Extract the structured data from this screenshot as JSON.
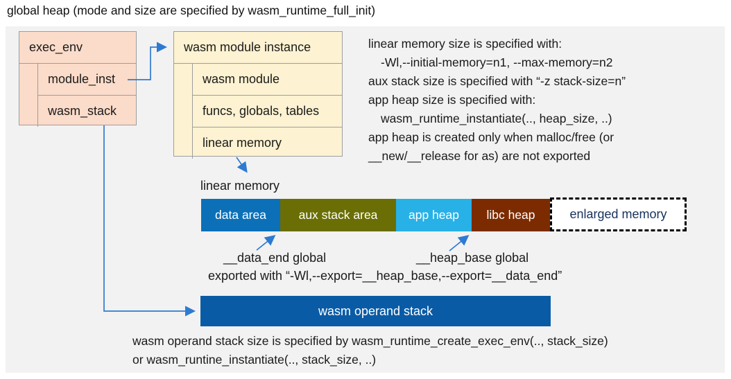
{
  "title": "global heap (mode and size are specified by wasm_runtime_full_init)",
  "exec_env": {
    "header": "exec_env",
    "rows": [
      "module_inst",
      "wasm_stack"
    ]
  },
  "module_instance": {
    "header": "wasm module instance",
    "rows": [
      "wasm module",
      "funcs, globals, tables",
      "linear memory"
    ]
  },
  "notes": {
    "lines": [
      "linear memory size is specified with:",
      "-Wl,--initial-memory=n1, --max-memory=n2",
      "aux stack size is specified with “-z stack-size=n”",
      "app heap size is specified with:",
      "wasm_runtime_instantiate(.., heap_size, ..)",
      "app heap is created only when malloc/free (or",
      "__new/__release for as) are not exported"
    ]
  },
  "linear_memory": {
    "label": "linear memory",
    "segments": [
      {
        "label": "data area",
        "color": "#0b70b8"
      },
      {
        "label": "aux stack area",
        "color": "#6a6e04"
      },
      {
        "label": "app heap",
        "color": "#27b1e6"
      },
      {
        "label": "libc heap",
        "color": "#7c2b00"
      },
      {
        "label": "enlarged memory",
        "color": "#ffffff",
        "text_color": "#16325c"
      }
    ],
    "annotations": {
      "data_end": "__data_end global",
      "heap_base": "__heap_base global",
      "exported": "exported with “-Wl,--export=__heap_base,--export=__data_end”"
    }
  },
  "operand_stack": {
    "label": "wasm operand stack",
    "note_line1": "wasm operand stack size is specified by wasm_runtime_create_exec_env(.., stack_size)",
    "note_line2": "or wasm_runtine_instantiate(.., stack_size, ..)"
  },
  "colors": {
    "arrow": "#2e7ad1",
    "panel_background": "#f2f2f2",
    "exec_box_fill": "#fbdbc9",
    "module_box_fill": "#fdf2d1",
    "operand_bar_fill": "#0a5ba5"
  }
}
